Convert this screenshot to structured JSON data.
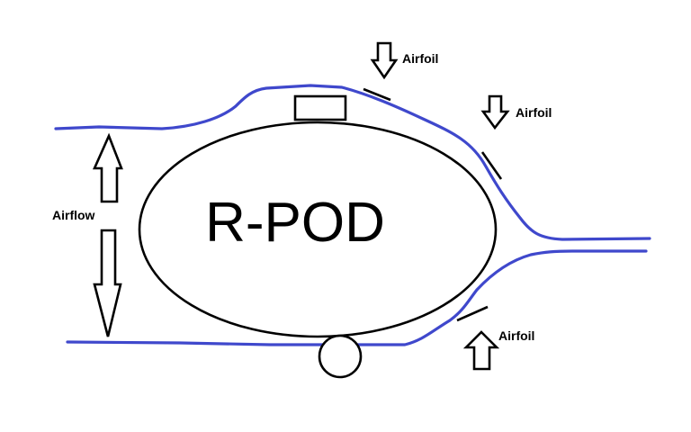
{
  "diagram": {
    "pod_label": "R-POD",
    "airfoil_label": "Airfoil",
    "airflow_label": "Airflow",
    "colors": {
      "flow_line": "#3f48cc",
      "outline": "#000000",
      "background": "#ffffff"
    }
  }
}
